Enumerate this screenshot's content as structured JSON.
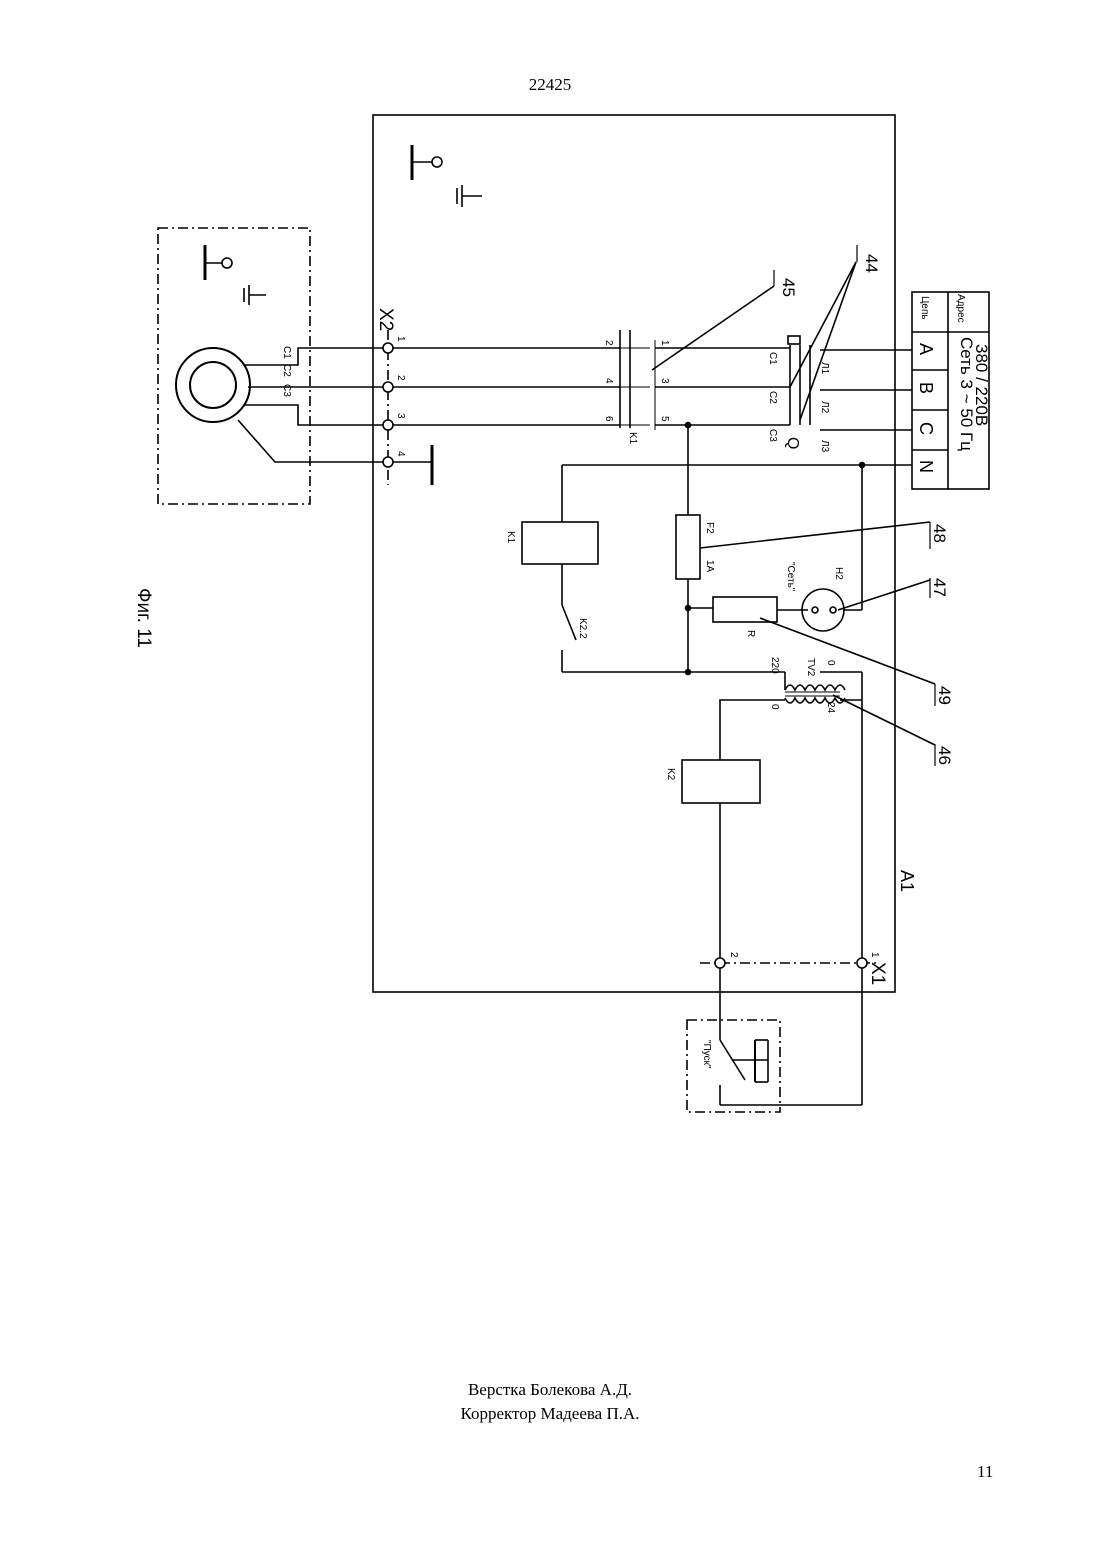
{
  "document": {
    "number": "22425",
    "page_number": "11",
    "credits": {
      "layout": "Верстка Болекова А.Д.",
      "corrector": "Корректор Мадеева П.А."
    }
  },
  "figure": {
    "caption": "Фиг. 11",
    "unit_label": "A1",
    "callouts": [
      "44",
      "45",
      "46",
      "47",
      "48",
      "49"
    ],
    "connector_x2": {
      "name": "X2",
      "pins": [
        "1",
        "2",
        "3",
        "4"
      ]
    },
    "connector_x1": {
      "name": "X1",
      "pins": [
        "1",
        "2"
      ]
    },
    "motor_leads": [
      "C1",
      "C2",
      "C3"
    ],
    "contactor_k1": {
      "name": "K1",
      "terminals": [
        "1",
        "2",
        "3",
        "4",
        "5",
        "6"
      ]
    },
    "breaker_q": {
      "name": "Q",
      "load_side": [
        "C1",
        "C2",
        "C3"
      ],
      "line_side": [
        "Л1",
        "Л2",
        "Л3"
      ]
    },
    "supply_table": {
      "header_left": "Цепь",
      "header_right": "Адрес",
      "network_line1": "Сеть 3 ~ 50 Гц",
      "network_line2": "380 / 220В",
      "phases": [
        "A",
        "B",
        "C",
        "N"
      ]
    },
    "fuse": {
      "name": "F2",
      "rating": "1А"
    },
    "lamp": {
      "name": "H2",
      "label": "\"Сеть\""
    },
    "resistor": {
      "name": "R"
    },
    "transformer": {
      "name": "TV2",
      "primary": [
        "220",
        "0"
      ],
      "secondary": [
        "0",
        "24"
      ]
    },
    "coil_k1": "K1",
    "coil_k2": "K2",
    "contact_k2": "K2.2",
    "start_button": "\"Пуск\""
  }
}
